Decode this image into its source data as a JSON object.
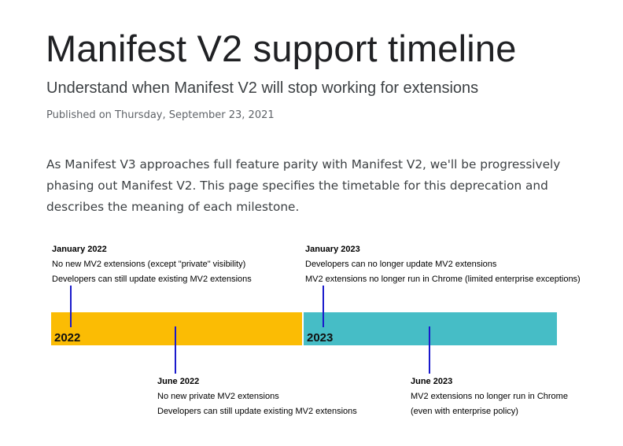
{
  "header": {
    "title": "Manifest V2 support timeline",
    "subtitle": "Understand when Manifest V2 will stop working for extensions",
    "published": "Published on Thursday, September 23, 2021"
  },
  "intro": "As Manifest V3 approaches full feature parity with Manifest V2, we'll be progressively phasing out Manifest V2. This page specifies the timetable for this deprecation and describes the meaning of each milestone.",
  "timeline": {
    "years": [
      {
        "label": "2022",
        "color": "#fbbc04"
      },
      {
        "label": "2023",
        "color": "#46bdc6"
      }
    ],
    "marker_color": "#1a1acc",
    "milestones": [
      {
        "date": "January 2022",
        "lines": [
          "No new MV2 extensions (except \"private\" visibility)",
          "Developers can still update existing MV2 extensions"
        ]
      },
      {
        "date": "June 2022",
        "lines": [
          "No new private MV2 extensions",
          "Developers can still update existing MV2 extensions"
        ]
      },
      {
        "date": "January 2023",
        "lines": [
          "Developers can no longer update MV2 extensions",
          "MV2 extensions no longer run in Chrome (limited enterprise exceptions)"
        ]
      },
      {
        "date": "June 2023",
        "lines": [
          "MV2 extensions no longer run in Chrome",
          "(even with enterprise policy)"
        ]
      }
    ]
  }
}
